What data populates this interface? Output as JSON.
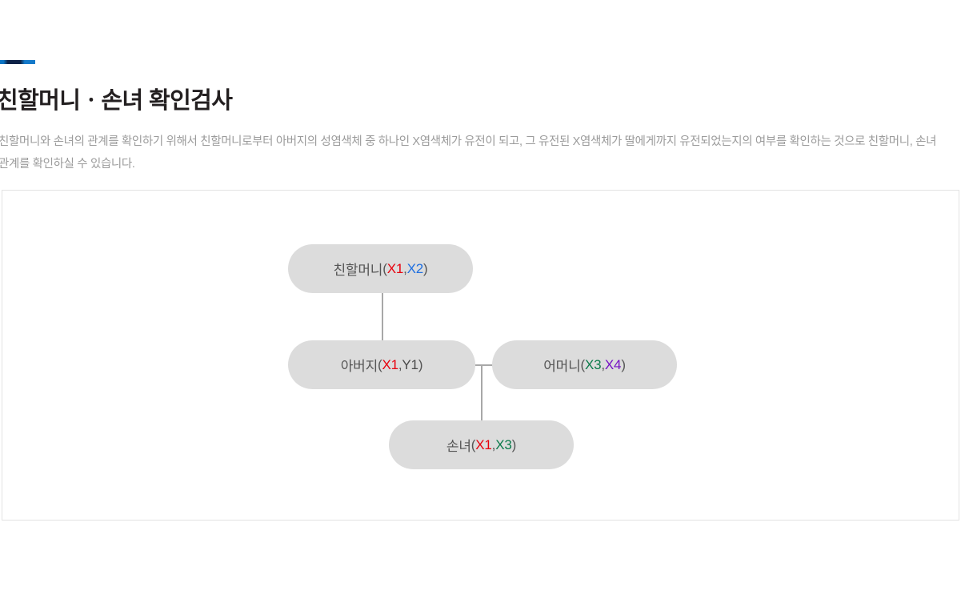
{
  "header": {
    "accent_bar": "accent-bar",
    "title": "친할머니ㆍ손녀 확인검사",
    "description": "친할머니와 손녀의 관계를 확인하기 위해서 친할머니로부터 아버지의 성염색체 중 하나인 X염색체가 유전이 되고, 그 유전된 X염색체가 딸에게까지 유전되었는지의 여부를 확인하는 것으로 친할머니, 손녀 관계를 확인하실 수 있습니다."
  },
  "diagram": {
    "type": "pedigree",
    "nodes": [
      {
        "id": "grandmother",
        "label": "친할머니",
        "open_paren": " (",
        "alleles": [
          {
            "text": "X1",
            "color": "#e8000d"
          },
          {
            "text": "X2",
            "color": "#1f6fe0"
          }
        ],
        "separator": ", ",
        "close_paren": ")"
      },
      {
        "id": "father",
        "label": "아버지",
        "open_paren": " (",
        "alleles": [
          {
            "text": "X1",
            "color": "#e8000d"
          },
          {
            "text": "Y1",
            "color": "#4a4a4a"
          }
        ],
        "separator": ", ",
        "close_paren": ")"
      },
      {
        "id": "mother",
        "label": "어머니",
        "open_paren": " (",
        "alleles": [
          {
            "text": "X3",
            "color": "#0a7a4a"
          },
          {
            "text": "X4",
            "color": "#7510c4"
          }
        ],
        "separator": ", ",
        "close_paren": ")"
      },
      {
        "id": "granddaughter",
        "label": "손녀",
        "open_paren": " (",
        "alleles": [
          {
            "text": "X1",
            "color": "#e8000d"
          },
          {
            "text": "X3",
            "color": "#0a7a4a"
          }
        ],
        "separator": ", ",
        "close_paren": ")"
      }
    ],
    "connections": [
      {
        "from": "grandmother",
        "to": "father"
      },
      {
        "from": "father",
        "to": "mother"
      },
      {
        "from": "father-mother",
        "to": "granddaughter"
      }
    ],
    "colors": {
      "node_fill": "#dcdcdc",
      "node_text": "#555555",
      "connector": "#a8a8a8",
      "panel_border": "#e3e3e3",
      "accent_light": "#0b74c4",
      "accent_dark": "#0d2247"
    }
  }
}
